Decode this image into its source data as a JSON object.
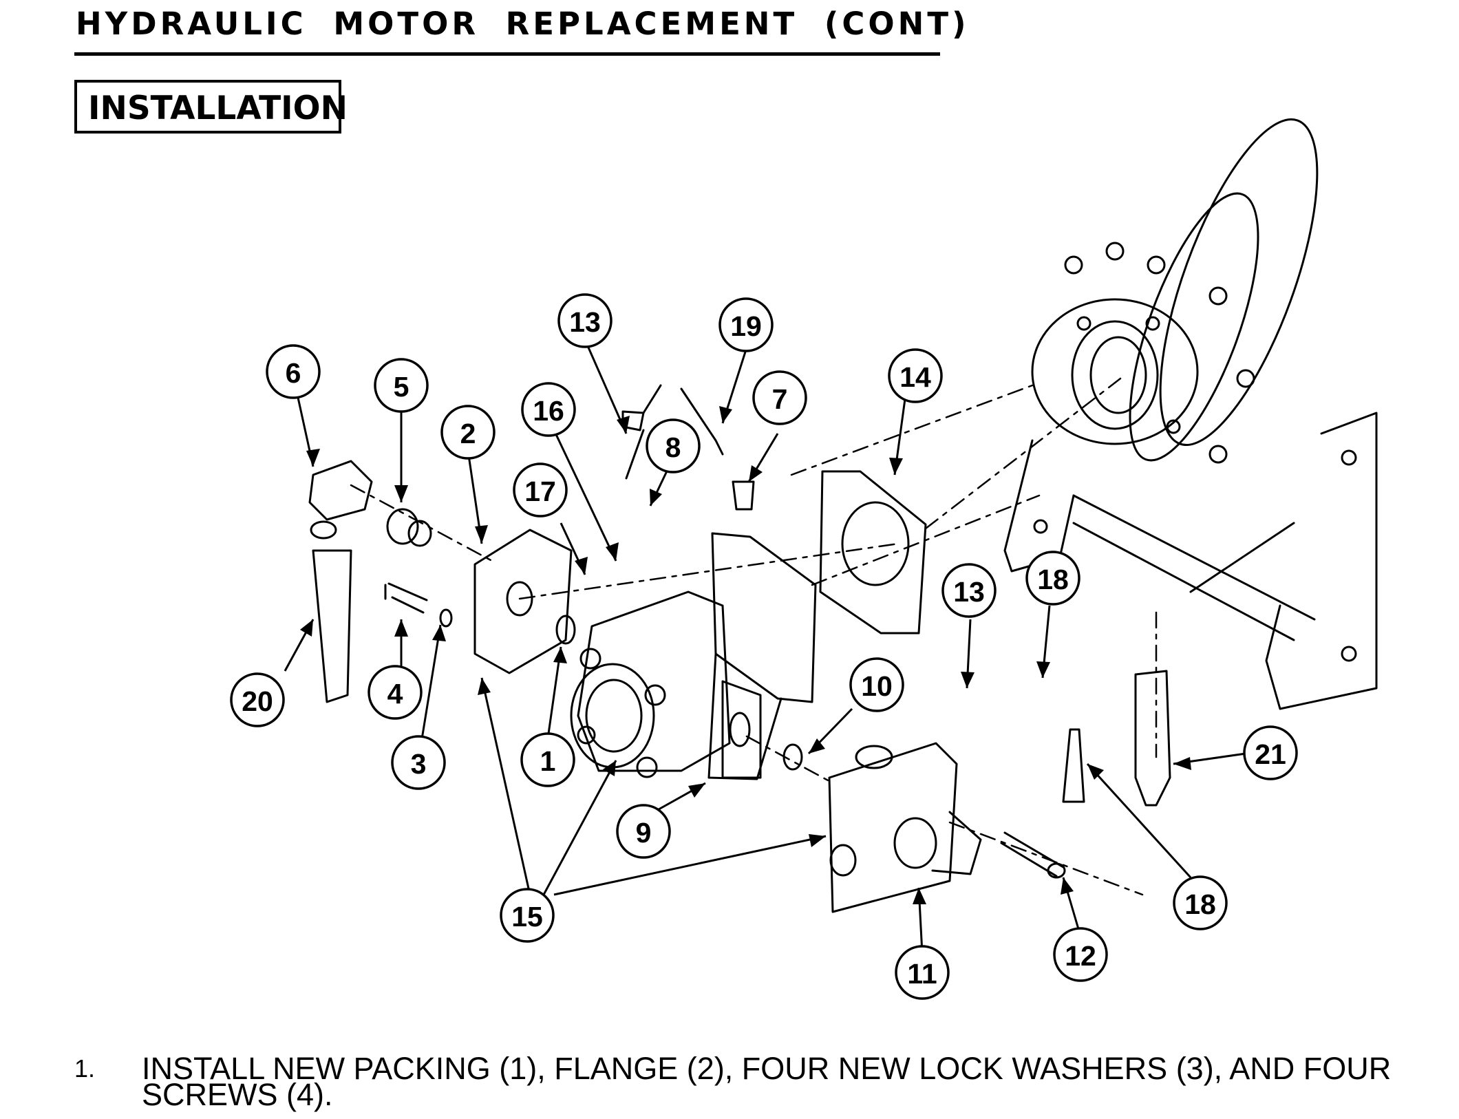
{
  "page": {
    "title": "HYDRAULIC MOTOR REPLACEMENT (CONT)",
    "section": "INSTALLATION"
  },
  "diagram": {
    "callouts": [
      "6",
      "5",
      "2",
      "16",
      "13",
      "19",
      "7",
      "17",
      "8",
      "14",
      "20",
      "4",
      "3",
      "1",
      "9",
      "15",
      "10",
      "13",
      "18",
      "21",
      "11",
      "12",
      "18"
    ]
  },
  "steps": [
    {
      "number": "1.",
      "text": "INSTALL NEW PACKING (1), FLANGE (2), FOUR NEW LOCK WASHERS (3), AND FOUR SCREWS (4)."
    }
  ]
}
